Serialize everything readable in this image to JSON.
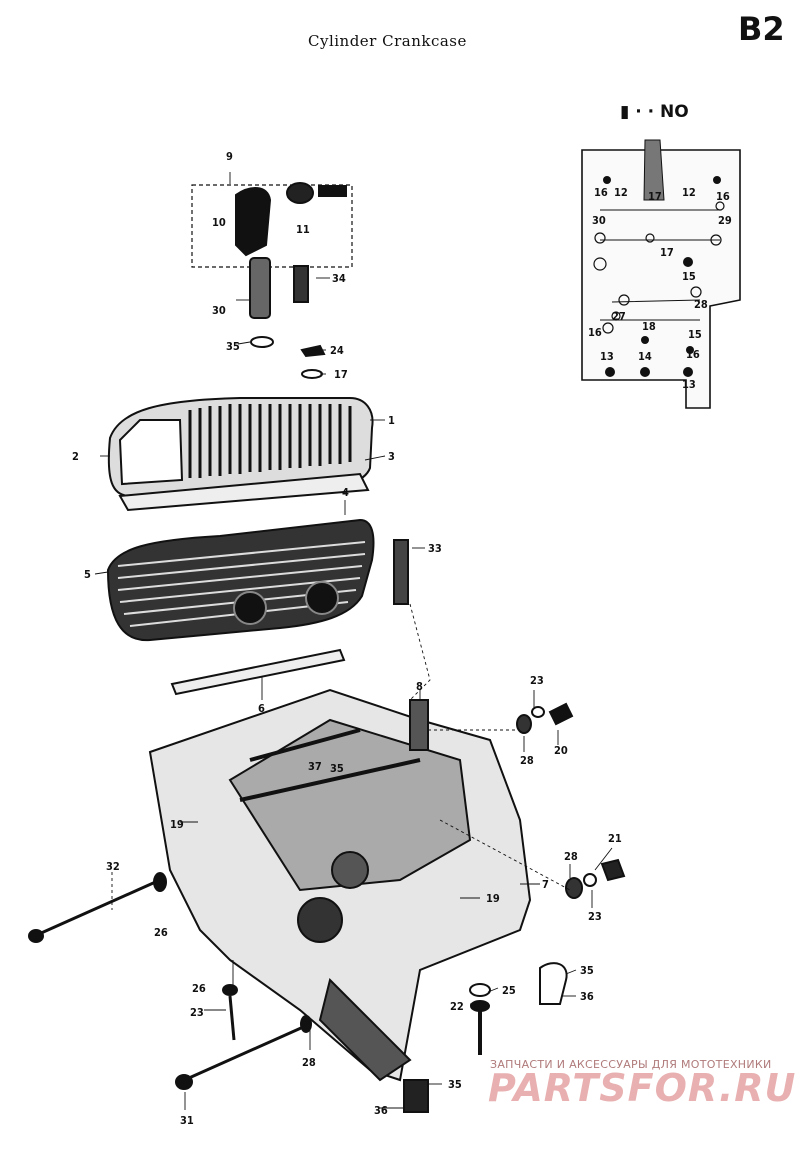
{
  "header": {
    "title": "Cylinder Crankcase",
    "code": "B2"
  },
  "inset": {
    "title": "NO"
  },
  "watermark": {
    "line1": "ЗАПЧАСТИ И АКСЕССУАРЫ ДЛЯ МОТОТЕХНИКИ",
    "line2": "PARTSFOR.RU"
  },
  "callouts": [
    "1",
    "2",
    "3",
    "4",
    "5",
    "6",
    "7",
    "8",
    "9",
    "10",
    "11",
    "12",
    "13",
    "14",
    "15",
    "16",
    "17",
    "18",
    "19",
    "20",
    "21",
    "22",
    "23",
    "24",
    "25",
    "26",
    "27",
    "28",
    "29",
    "30",
    "31",
    "32",
    "33",
    "34",
    "35",
    "36",
    "37"
  ]
}
